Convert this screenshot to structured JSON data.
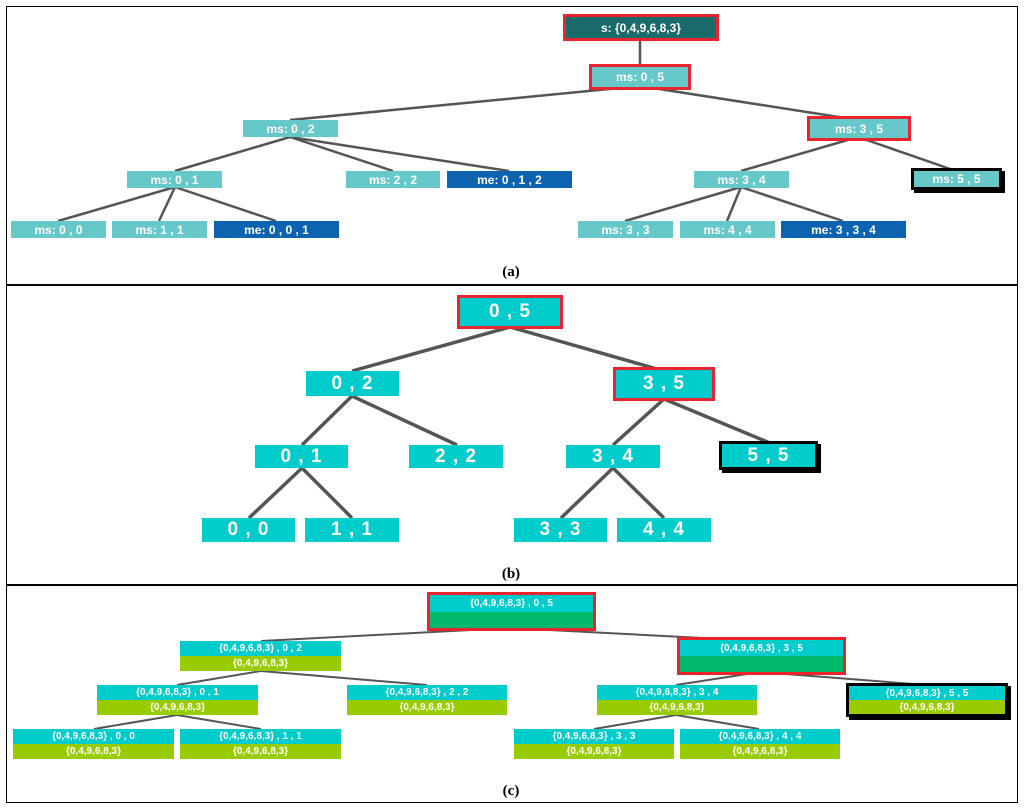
{
  "captions": {
    "a": "(a)",
    "b": "(b)",
    "c": "(c)"
  },
  "panel_a": {
    "root": "s: {0,4,9,6,8,3}",
    "n05": "ms: 0 , 5",
    "n02": "ms: 0 , 2",
    "n35": "ms: 3 , 5",
    "n01": "ms: 0 , 1",
    "n22": "ms: 2 , 2",
    "me012": "me: 0 , 1 , 2",
    "n34": "ms: 3 , 4",
    "n55": "ms: 5 , 5",
    "n00": "ms: 0 , 0",
    "n11": "ms: 1 , 1",
    "me001": "me: 0 , 0 , 1",
    "n33": "ms: 3 , 3",
    "n44": "ms: 4 , 4",
    "me334": "me: 3 , 3 , 4"
  },
  "panel_b": {
    "n05": "0 , 5",
    "n02": "0 , 2",
    "n35": "3 , 5",
    "n01": "0 , 1",
    "n22": "2 , 2",
    "n34": "3 , 4",
    "n55": "5 , 5",
    "n00": "0 , 0",
    "n11": "1 , 1",
    "n33": "3 , 3",
    "n44": "4 , 4"
  },
  "panel_c": {
    "n05": "{0,4,9,6,8,3} , 0 , 5",
    "n02": "{0,4,9,6,8,3} , 0 , 2",
    "n35": "{0,4,9,6,8,3} , 3 , 5",
    "n01": "{0,4,9,6,8,3} , 0 , 1",
    "n22": "{0,4,9,6,8,3} , 2 , 2",
    "n34": "{0,4,9,6,8,3} , 3 , 4",
    "n55": "{0,4,9,6,8,3} , 5 , 5",
    "n00": "{0,4,9,6,8,3} , 0 , 0",
    "n11": "{0,4,9,6,8,3} , 1 , 1",
    "n33": "{0,4,9,6,8,3} , 3 , 3",
    "n44": "{0,4,9,6,8,3} , 4 , 4",
    "result": "{0,4,9,6,8,3}"
  },
  "colors": {
    "ms": "#66c8c8",
    "me": "#0e63b0",
    "s": "#1a6b6b",
    "cyan": "#00cccc",
    "lime": "#99cc00",
    "green": "#00b96b",
    "highlight": "#e8242c"
  }
}
